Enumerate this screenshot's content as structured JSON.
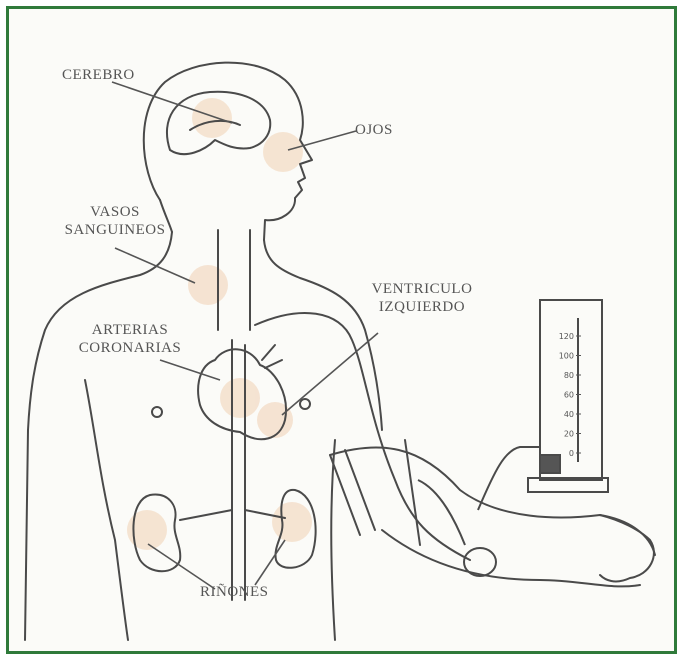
{
  "labels": {
    "cerebro": "CEREBRO",
    "ojos": "OJOS",
    "vasos_line1": "VASOS",
    "vasos_line2": "SANGUINEOS",
    "arterias_line1": "ARTERIAS",
    "arterias_line2": "CORONARIAS",
    "ventriculo_line1": "VENTRICULO",
    "ventriculo_line2": "IZQUIERDO",
    "rinones": "RIÑONES"
  },
  "manometer_scale": [
    "120",
    "100",
    "80",
    "60",
    "40",
    "20",
    "0"
  ],
  "colors": {
    "border": "#2f7a3a",
    "line": "#555555",
    "highlight": "#f3dcc6"
  }
}
